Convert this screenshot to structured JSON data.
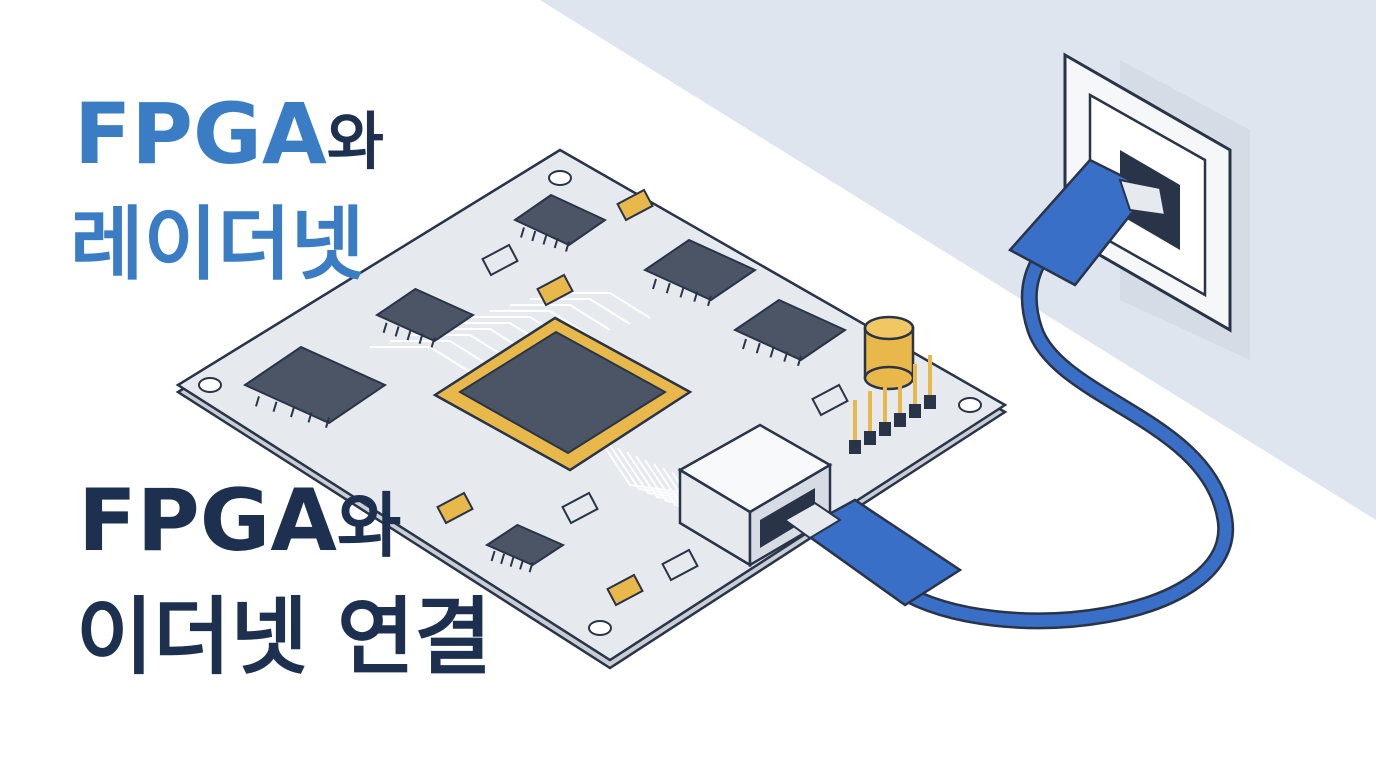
{
  "title_top": {
    "line1": "FPGA",
    "line1_suffix": "와",
    "line2": "레이더넷"
  },
  "title_bottom": {
    "line1": "FPGA",
    "line1_suffix": "와",
    "line2": "이더넷 연결"
  },
  "colors": {
    "accent_blue": "#3a7dc4",
    "navy": "#1e3050",
    "wall": "#dfe5ee",
    "board": "#e4e7ec",
    "chip": "#4b5566",
    "gold": "#e8b84a",
    "cable": "#3a6fc8"
  }
}
